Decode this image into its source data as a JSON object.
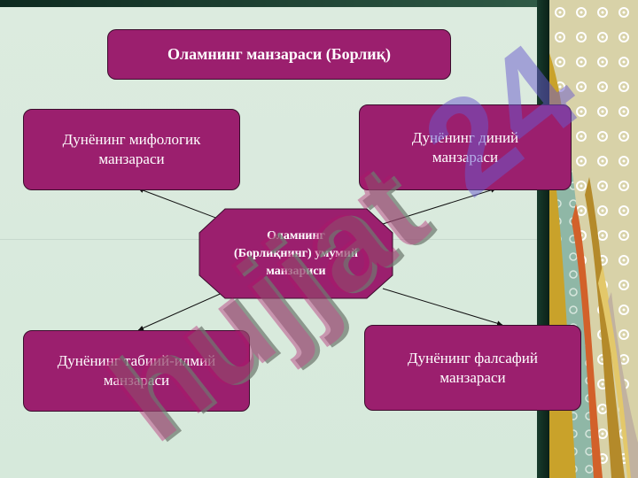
{
  "title": "Оламнинг манзараси (Борлиқ)",
  "center": "Оламнинг\n(Борлиқнинг) умумий\nманзариси",
  "boxes": {
    "mythological": "Дунёнинг мифологик\nманзараси",
    "religious": "Дунёнинг диний\nманзараси",
    "natural_scientific": "Дунёнинг табиий-илмий\nманзараси",
    "philosophical": "Дунёнинг фалсафий\nманзараси"
  },
  "watermark": "hujjat24",
  "colors": {
    "box_fill": "#9b1f6e",
    "box_border": "#3a0d2c",
    "background": "#d9eadf",
    "watermark_red": "#b0156a",
    "watermark_blue": "#6a5acd"
  }
}
